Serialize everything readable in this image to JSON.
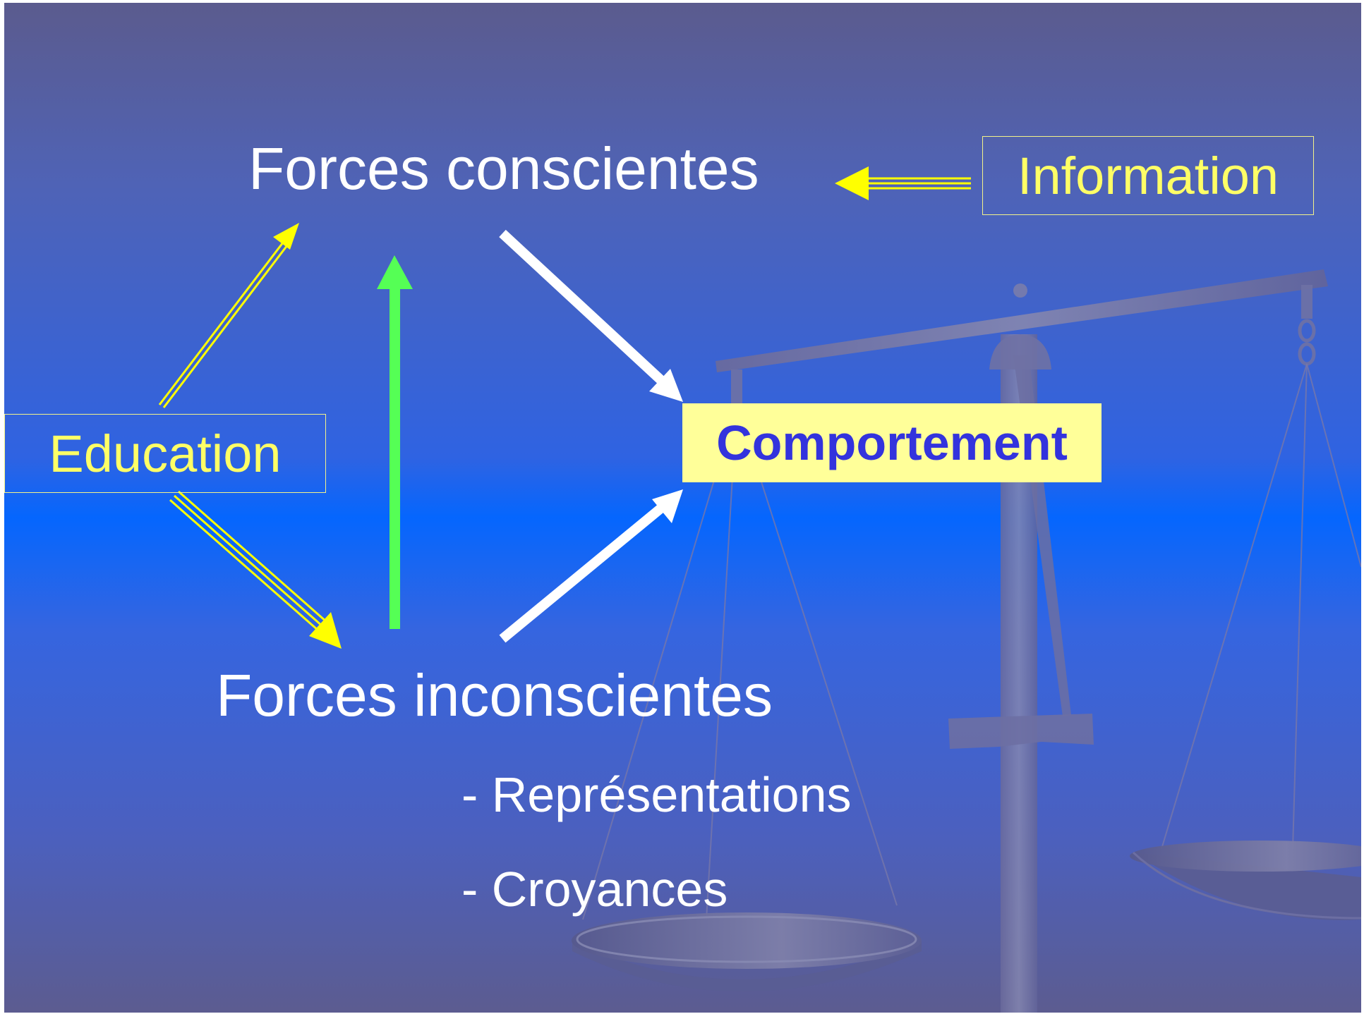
{
  "diagram": {
    "conscious_forces": "Forces conscientes",
    "unconscious_forces": "Forces inconscientes",
    "unconscious_items": [
      "- Représentations",
      "- Croyances"
    ],
    "information": "Information",
    "education": "Education",
    "behavior": "Comportement"
  },
  "colors": {
    "arrow_white": "#ffffff",
    "arrow_yellow": "#ffff00",
    "arrow_green": "#55ff55",
    "box_border": "#f3f28a",
    "box_text": "#ffff66",
    "behavior_fill": "#ffff99",
    "behavior_text": "#3333dd"
  },
  "icons": [
    "balance-scale-image"
  ]
}
